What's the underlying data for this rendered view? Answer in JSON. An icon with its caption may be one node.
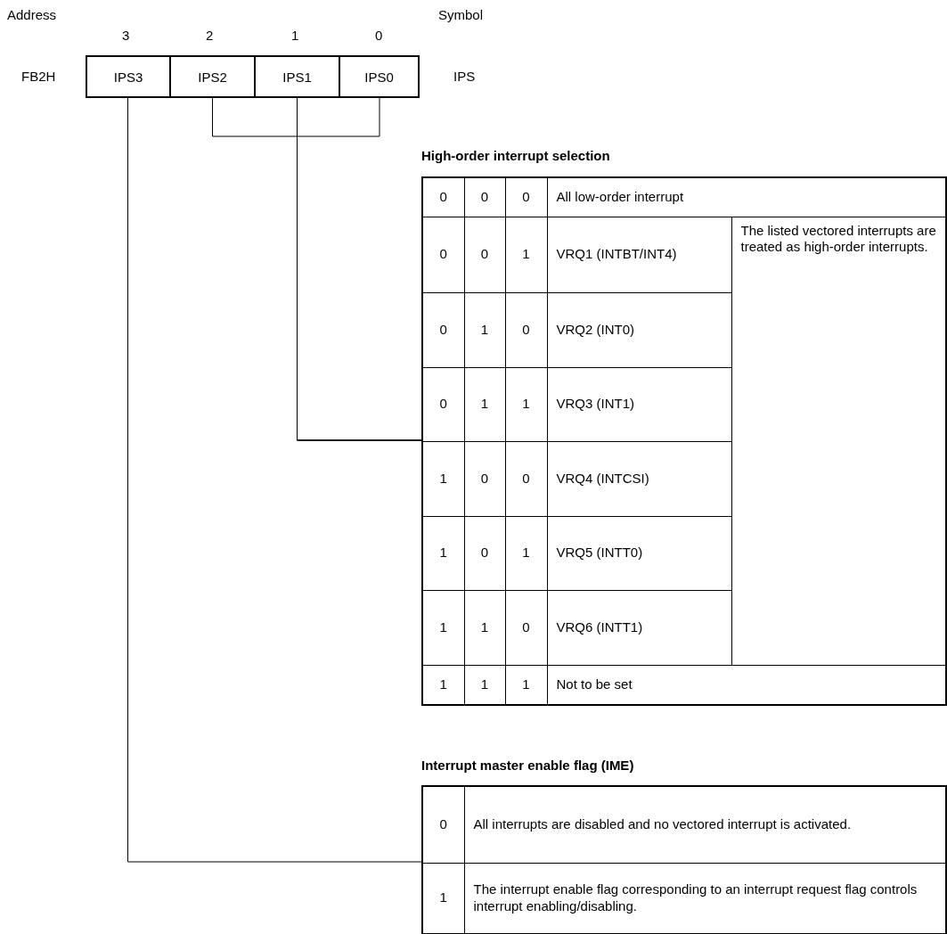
{
  "diagram": {
    "nodes": [
      {
        "text": [
          "IPS3"
        ]
      },
      {
        "text": [
          "IPS2"
        ]
      },
      {
        "text": [
          "IPS1"
        ]
      },
      {
        "text": [
          "IPS0"
        ]
      },
      {
        "text": [
          "High-order interrupt selection"
        ]
      },
      {
        "text": [
          "Interrupt master enable flag (IME)"
        ]
      }
    ],
    "edges": [
      {
        "from": 0,
        "to": 5,
        "arrow": "none"
      },
      {
        "from": 1,
        "to": 4,
        "arrow": "none"
      },
      {
        "from": 2,
        "to": 4,
        "arrow": "none"
      },
      {
        "from": 3,
        "to": 4,
        "arrow": "none"
      }
    ],
    "labels": [
      "Address",
      "Symbol",
      "3",
      "2",
      "1",
      "0",
      "FB2H",
      "IPS",
      "0",
      "0",
      "0",
      "All low-order interrupt",
      "0",
      "0",
      "1",
      "VRQ1 (INTBT/INT4)",
      "The listed vectored interrupts are treated as high-order interrupts.",
      "0",
      "1",
      "0",
      "VRQ2 (INT0)",
      "0",
      "1",
      "1",
      "VRQ3 (INT1)",
      "1",
      "0",
      "0",
      "VRQ4 (INTCSI)",
      "1",
      "0",
      "1",
      "VRQ5 (INTT0)",
      "1",
      "1",
      "0",
      "VRQ6 (INTT1)",
      "1",
      "1",
      "1",
      "Not to be set",
      "0",
      "All interrupts are disabled and no vectored interrupt is activated.",
      "1",
      "The interrupt enable flag corresponding to an interrupt request flag controls interrupt enabling/disabling."
    ]
  }
}
